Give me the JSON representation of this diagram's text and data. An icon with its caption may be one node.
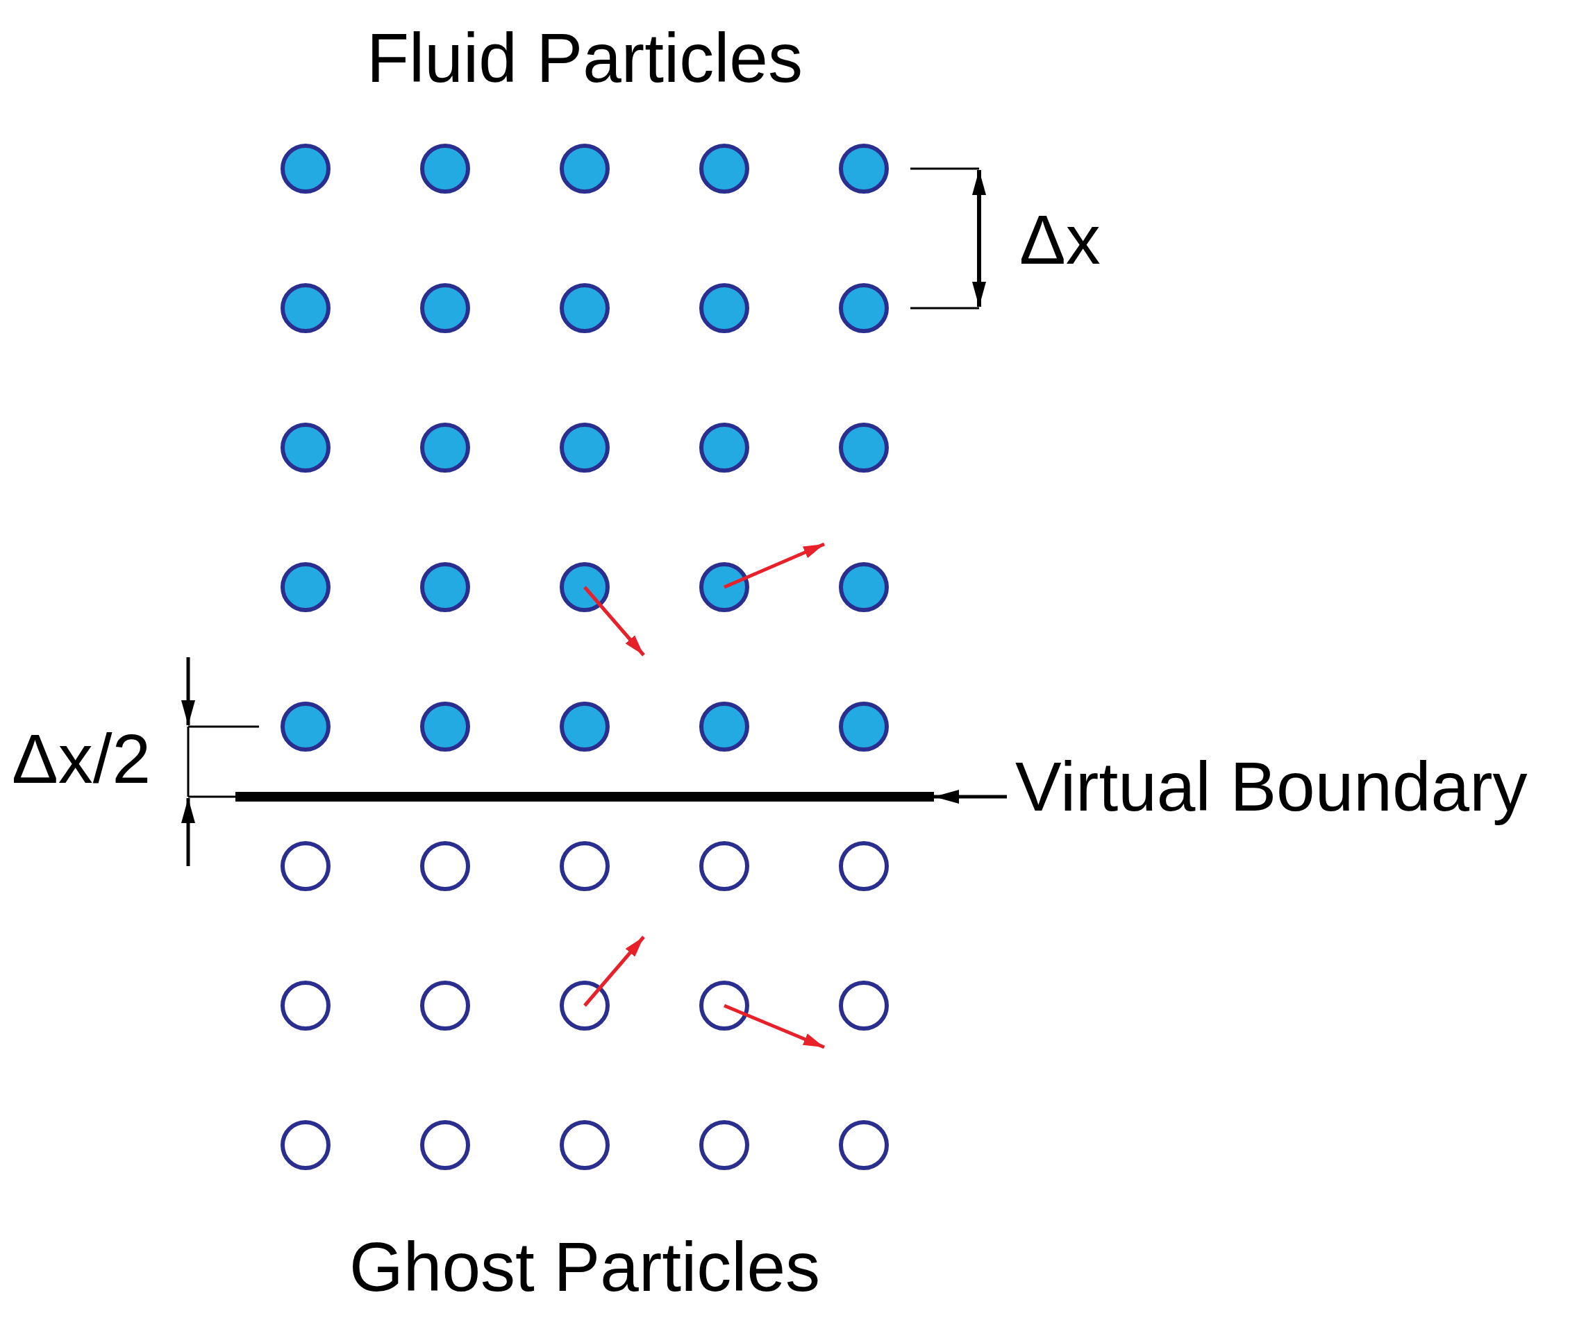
{
  "diagram": {
    "nodes": [
      {
        "text": [
          "Virtual Boundary"
        ]
      },
      {
        "text": [],
        "shape": "bar"
      }
    ],
    "edges": [
      {
        "from": 0,
        "to": 1,
        "arrow": "to"
      }
    ],
    "labels": [
      "Fluid Particles",
      "Δx",
      "Δx/2",
      "Ghost Particles"
    ]
  }
}
